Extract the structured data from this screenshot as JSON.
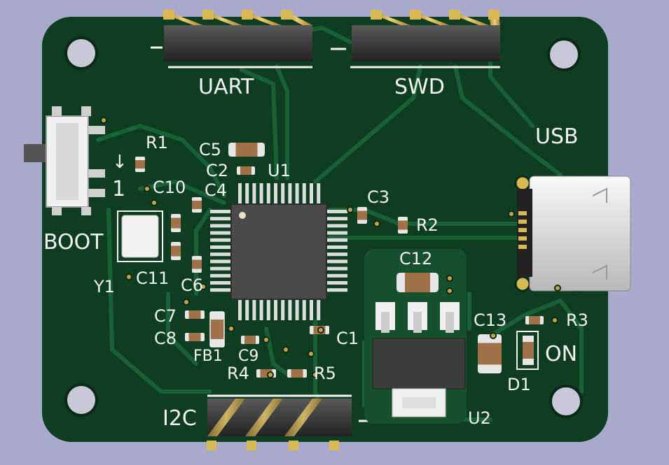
{
  "board": {
    "colors": {
      "background": "#aaaacc",
      "soldermask": "#0f3d22",
      "trace": "#165a30",
      "silkscreen": "#f4f4f4",
      "pad": "#c8a448",
      "chip": "#4a4a4a"
    },
    "headers": {
      "uart": "UART",
      "swd": "SWD",
      "i2c": "I2C"
    },
    "labels": {
      "usb": "USB",
      "boot": "BOOT",
      "boot_position": "1",
      "boot_arrow": "↓",
      "on": "ON"
    },
    "refs": {
      "r1": "R1",
      "r2": "R2",
      "r3": "R3",
      "r4": "R4",
      "r5": "R5",
      "c1": "C1",
      "c2": "C2",
      "c3": "C3",
      "c4": "C4",
      "c5": "C5",
      "c6": "C6",
      "c7": "C7",
      "c8": "C8",
      "c9": "C9",
      "c10": "C10",
      "c11": "C11",
      "c12": "C12",
      "c13": "C13",
      "u1": "U1",
      "u2": "U2",
      "y1": "Y1",
      "fb1": "FB1",
      "d1": "D1"
    }
  }
}
